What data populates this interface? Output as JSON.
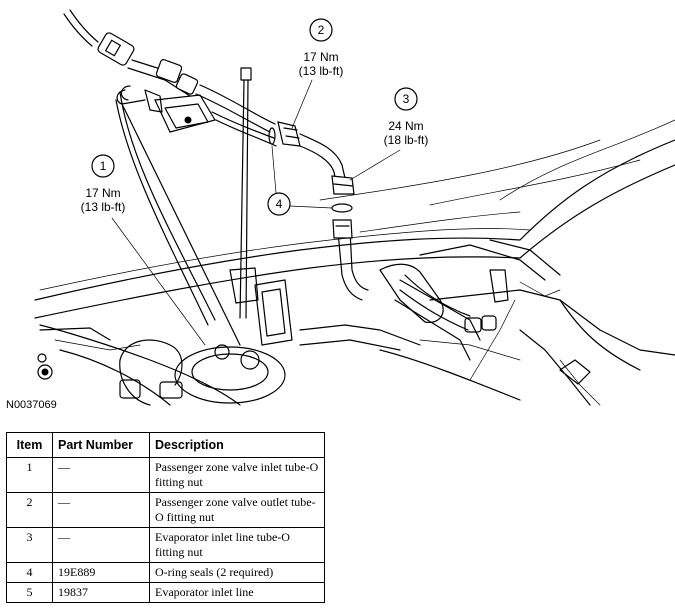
{
  "figure": {
    "id_label": "N0037069",
    "callouts": [
      {
        "number": "1",
        "torque_nm": "17 Nm",
        "torque_lbft": "(13 lb-ft)"
      },
      {
        "number": "2",
        "torque_nm": "17 Nm",
        "torque_lbft": "(13 lb-ft)"
      },
      {
        "number": "3",
        "torque_nm": "24 Nm",
        "torque_lbft": "(18 lb-ft)"
      },
      {
        "number": "4"
      }
    ]
  },
  "table": {
    "headers": {
      "item": "Item",
      "part_number": "Part Number",
      "description": "Description"
    },
    "rows": [
      {
        "item": "1",
        "part_number": "—",
        "description": "Passenger zone valve inlet tube-O fitting nut"
      },
      {
        "item": "2",
        "part_number": "—",
        "description": "Passenger zone valve outlet tube-O fitting nut"
      },
      {
        "item": "3",
        "part_number": "—",
        "description": "Evaporator inlet line tube-O fitting nut"
      },
      {
        "item": "4",
        "part_number": "19E889",
        "description": "O-ring seals (2 required)"
      },
      {
        "item": "5",
        "part_number": "19837",
        "description": "Evaporator inlet line"
      }
    ]
  }
}
